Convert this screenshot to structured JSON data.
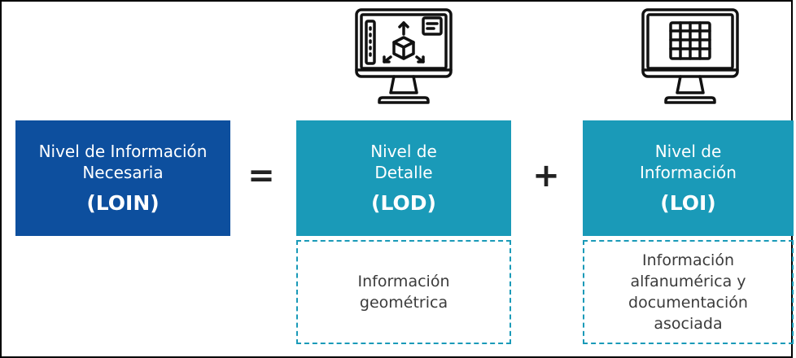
{
  "colors": {
    "loin_box": "#0D4F9E",
    "lod_box": "#1A9AB8",
    "loi_box": "#1A9AB8",
    "dashed_border": "#1A9AB8",
    "icon_stroke": "#111111"
  },
  "icons": {
    "lod": "monitor-3d-model-icon",
    "loi": "monitor-table-icon"
  },
  "loin": {
    "label": "Nivel de Información\nNecesaria",
    "code": "(LOIN)"
  },
  "operators": {
    "equals": "=",
    "plus": "+"
  },
  "lod": {
    "label": "Nivel de\nDetalle",
    "code": "(LOD)",
    "description": "Información\ngeométrica"
  },
  "loi": {
    "label": "Nivel de\nInformación",
    "code": "(LOI)",
    "description": "Información\nalfanumérica y\ndocumentación\nasociada"
  }
}
